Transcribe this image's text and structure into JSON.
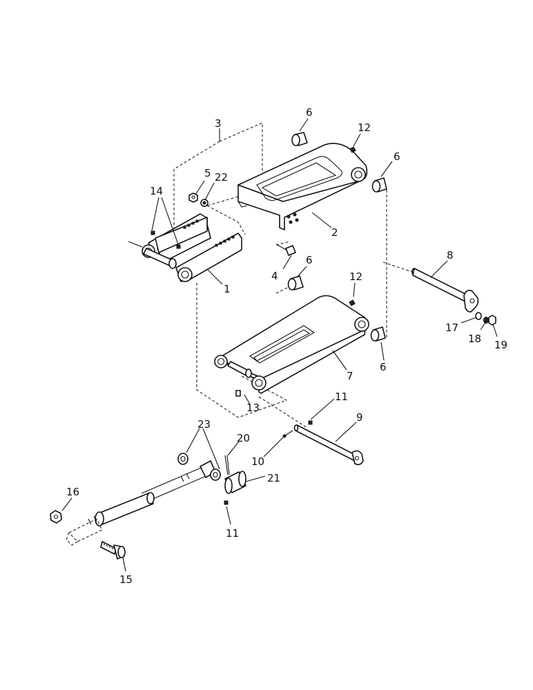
{
  "callouts": [
    {
      "id": "c3",
      "label": "3"
    },
    {
      "id": "c6a",
      "label": "6"
    },
    {
      "id": "c12a",
      "label": "12"
    },
    {
      "id": "c6b",
      "label": "6"
    },
    {
      "id": "c5",
      "label": "5"
    },
    {
      "id": "c22",
      "label": "22"
    },
    {
      "id": "c14",
      "label": "14"
    },
    {
      "id": "c2",
      "label": "2"
    },
    {
      "id": "c1",
      "label": "1"
    },
    {
      "id": "c4",
      "label": "4"
    },
    {
      "id": "c6c",
      "label": "6"
    },
    {
      "id": "c12b",
      "label": "12"
    },
    {
      "id": "c8",
      "label": "8"
    },
    {
      "id": "c17",
      "label": "17"
    },
    {
      "id": "c18",
      "label": "18"
    },
    {
      "id": "c19",
      "label": "19"
    },
    {
      "id": "c7",
      "label": "7"
    },
    {
      "id": "c6d",
      "label": "6"
    },
    {
      "id": "c13",
      "label": "13"
    },
    {
      "id": "c11a",
      "label": "11"
    },
    {
      "id": "c9",
      "label": "9"
    },
    {
      "id": "c10",
      "label": "10"
    },
    {
      "id": "c23",
      "label": "23"
    },
    {
      "id": "c20",
      "label": "20"
    },
    {
      "id": "c21",
      "label": "21"
    },
    {
      "id": "c16",
      "label": "16"
    },
    {
      "id": "c11b",
      "label": "11"
    },
    {
      "id": "c15",
      "label": "15"
    }
  ]
}
